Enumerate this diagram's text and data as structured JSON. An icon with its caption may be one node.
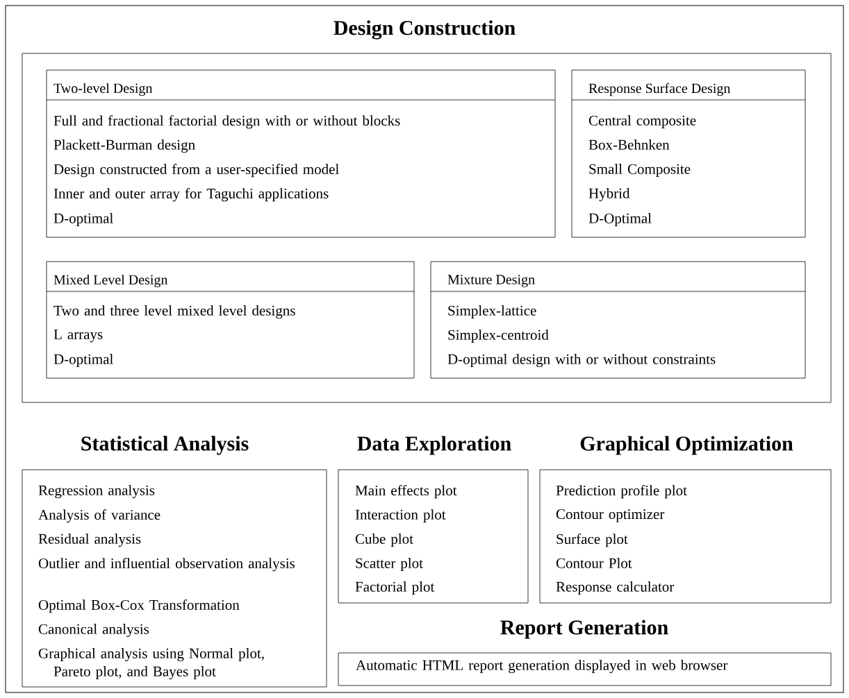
{
  "diagram": {
    "nodes": [
      {
        "text": [
          "Design Construction"
        ]
      },
      {
        "text": [
          "Two-level Design",
          "Full and fractional factorial design with or without blocks",
          "Plackett-Burman design",
          "Design constructed from a user-specified model",
          "Inner and outer array for Taguchi applications",
          "D-optimal"
        ],
        "in": 0
      },
      {
        "text": [
          "Response Surface Design",
          "Central composite",
          "Box-Behnken",
          "Small Composite",
          "Hybrid",
          "D-Optimal"
        ],
        "in": 0
      },
      {
        "text": [
          "Mixed Level Design",
          "Two and three level mixed level designs",
          "L arrays",
          "D-optimal"
        ],
        "in": 0
      },
      {
        "text": [
          "Mixture Design",
          "Simplex-lattice",
          "Simplex-centroid",
          "D-optimal design with or without constraints"
        ],
        "in": 0
      },
      {
        "text": [
          "Statistical Analysis",
          "Regression analysis",
          "Analysis of variance",
          "Residual analysis",
          "Outlier and influential observation analysis",
          "Optimal Box-Cox Transformation",
          "Canonical analysis",
          "Graphical analysis using Normal plot, Pareto plot, and Bayes plot"
        ]
      },
      {
        "text": [
          "Data Exploration",
          "Main effects plot",
          "Interaction plot",
          "Cube plot",
          "Scatter plot",
          "Factorial plot"
        ]
      },
      {
        "text": [
          "Graphical Optimization",
          "Prediction profile plot",
          "Contour optimizer",
          "Surface plot",
          "Contour Plot",
          "Response calculator"
        ]
      },
      {
        "text": [
          "Report Generation",
          "Automatic HTML report generation displayed in web browser"
        ]
      }
    ]
  }
}
